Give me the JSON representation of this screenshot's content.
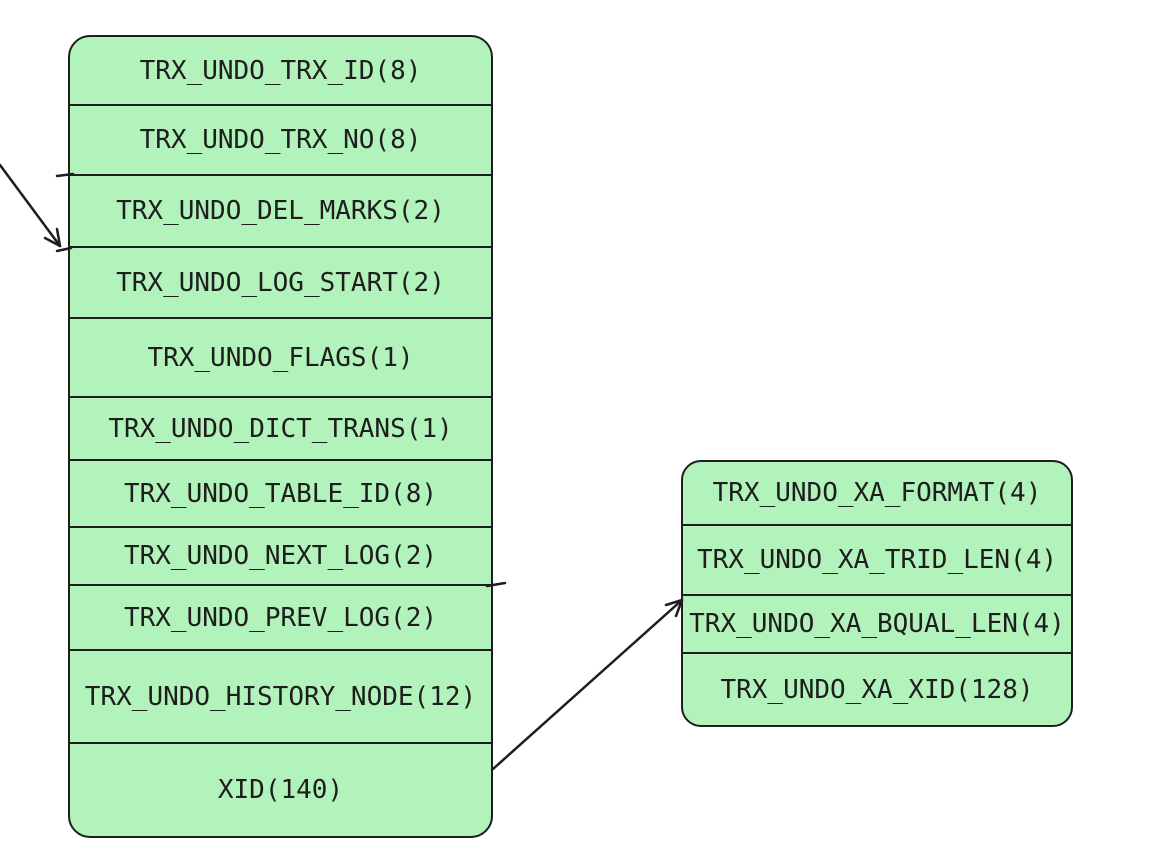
{
  "colors": {
    "box_fill": "#b2f2bb",
    "stroke": "#1e1e1e",
    "background": "#ffffff"
  },
  "left_box": {
    "rows": [
      {
        "label": "TRX_UNDO_TRX_ID(8)"
      },
      {
        "label": "TRX_UNDO_TRX_NO(8)"
      },
      {
        "label": "TRX_UNDO_DEL_MARKS(2)"
      },
      {
        "label": "TRX_UNDO_LOG_START(2)"
      },
      {
        "label": "TRX_UNDO_FLAGS(1)"
      },
      {
        "label": "TRX_UNDO_DICT_TRANS(1)"
      },
      {
        "label": "TRX_UNDO_TABLE_ID(8)"
      },
      {
        "label": "TRX_UNDO_NEXT_LOG(2)"
      },
      {
        "label": "TRX_UNDO_PREV_LOG(2)"
      },
      {
        "label": "TRX_UNDO_HISTORY_NODE(12)"
      },
      {
        "label": "XID(140)"
      }
    ]
  },
  "right_box": {
    "rows": [
      {
        "label": "TRX_UNDO_XA_FORMAT(4)"
      },
      {
        "label": "TRX_UNDO_XA_TRID_LEN(4)"
      },
      {
        "label": "TRX_UNDO_XA_BQUAL_LEN(4)"
      },
      {
        "label": "TRX_UNDO_XA_XID(128)"
      }
    ]
  },
  "icons": {
    "incoming_arrow": "arrow-pointing-to-left-box",
    "xid_arrow": "arrow-from-xid-to-xa-box"
  }
}
